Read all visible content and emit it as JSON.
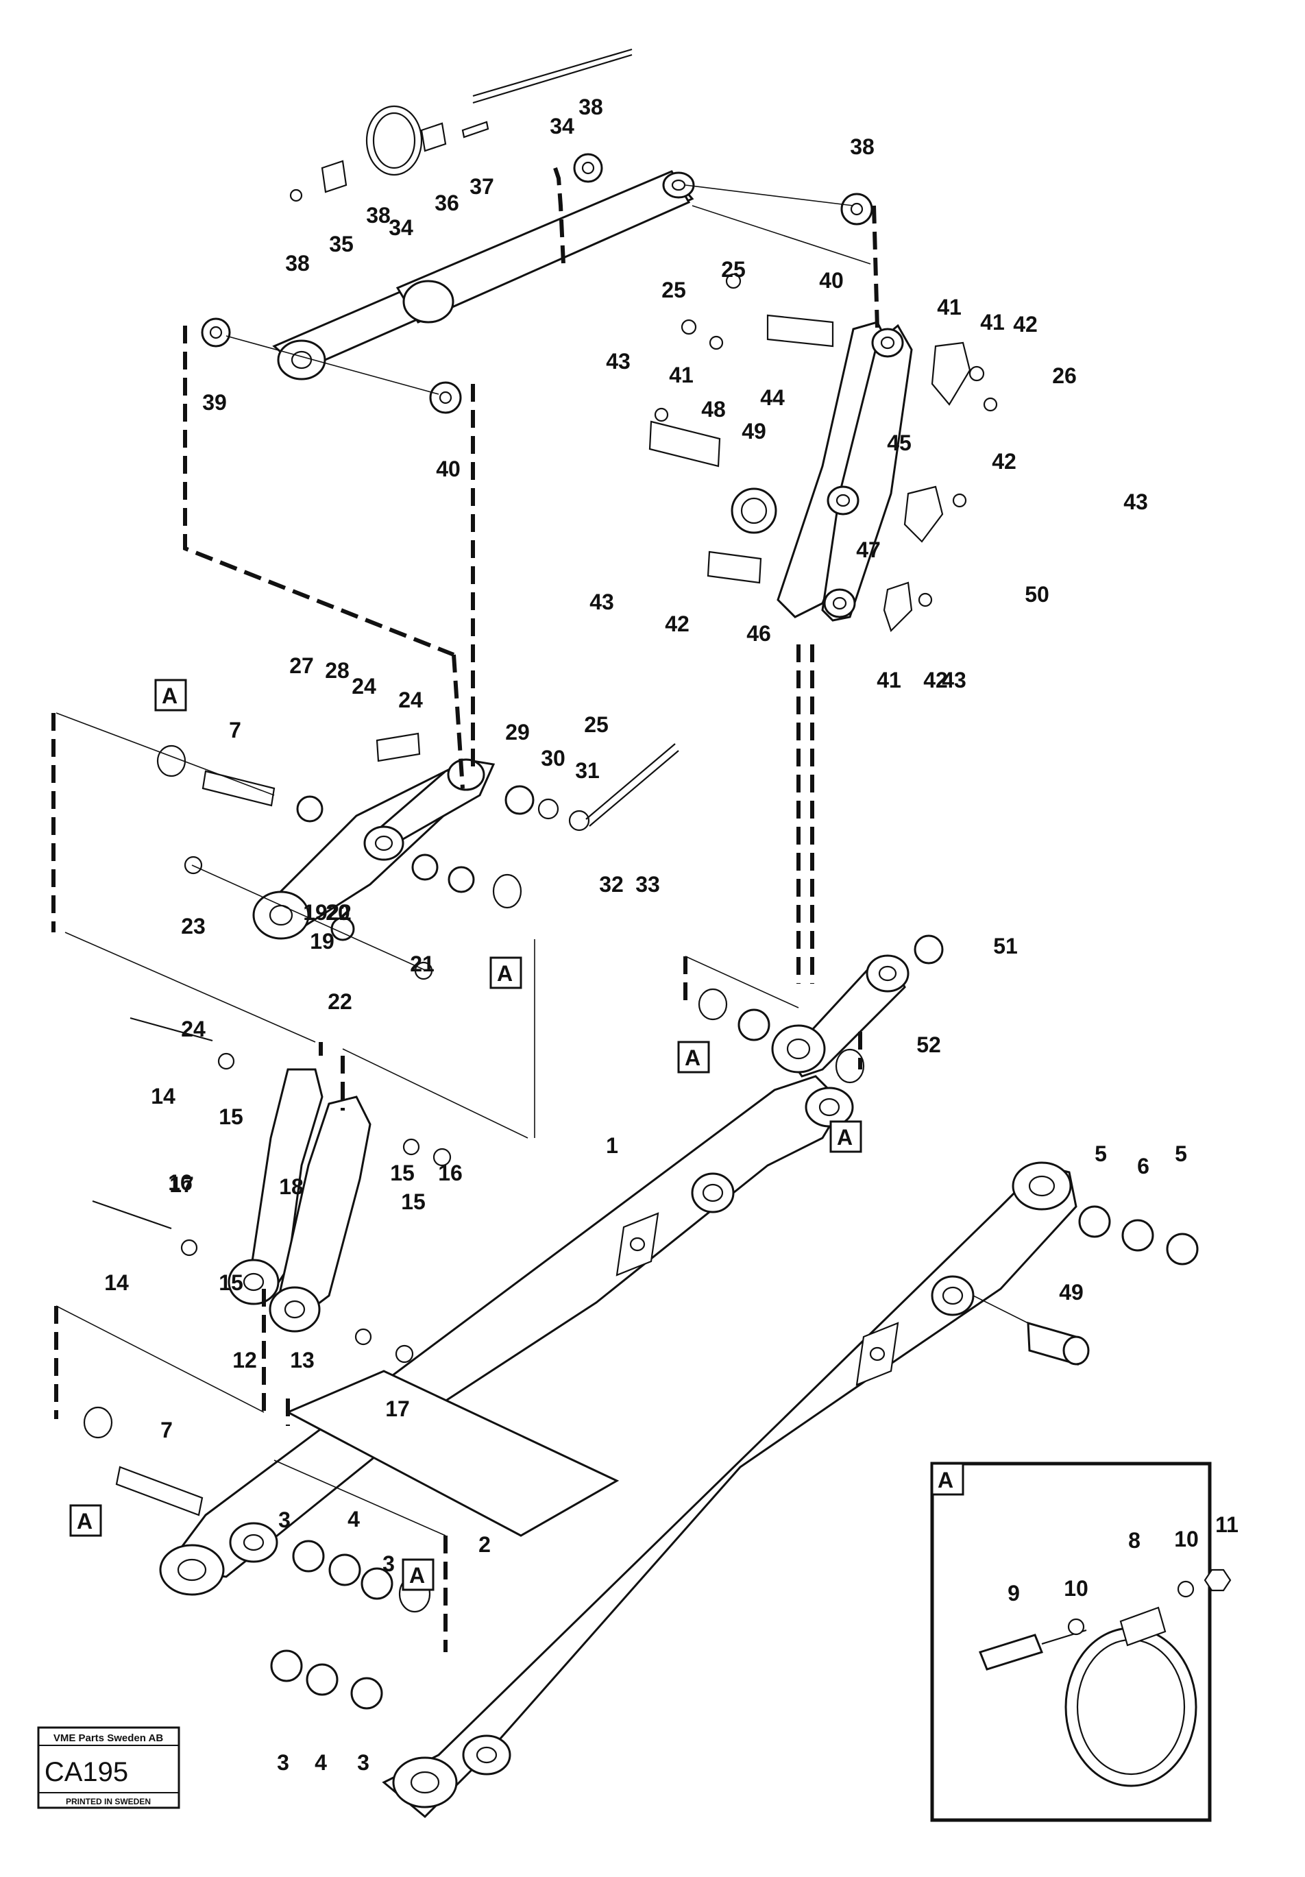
{
  "title_block": {
    "company": "VME Parts Sweden AB",
    "code": "CA195",
    "footer": "PRINTED IN SWEDEN"
  },
  "detail_view": {
    "label": "A",
    "part_numbers": [
      "8",
      "9",
      "10",
      "10",
      "11"
    ]
  },
  "section_markers": [
    "A",
    "A",
    "A",
    "A",
    "A",
    "A"
  ],
  "part_callouts": [
    "1",
    "2",
    "3",
    "3",
    "3",
    "3",
    "4",
    "4",
    "5",
    "5",
    "6",
    "7",
    "7",
    "12",
    "13",
    "14",
    "14",
    "15",
    "15",
    "15",
    "15",
    "16",
    "16",
    "17",
    "17",
    "18",
    "19",
    "19",
    "20",
    "21",
    "22",
    "22",
    "23",
    "24",
    "24",
    "24",
    "25",
    "25",
    "25",
    "26",
    "27",
    "28",
    "29",
    "30",
    "31",
    "32",
    "33",
    "34",
    "34",
    "35",
    "36",
    "37",
    "38",
    "38",
    "38",
    "38",
    "39",
    "40",
    "40",
    "41",
    "41",
    "41",
    "41",
    "42",
    "42",
    "42",
    "42",
    "43",
    "43",
    "43",
    "43",
    "44",
    "45",
    "46",
    "47",
    "48",
    "49",
    "49",
    "50",
    "51",
    "52"
  ]
}
